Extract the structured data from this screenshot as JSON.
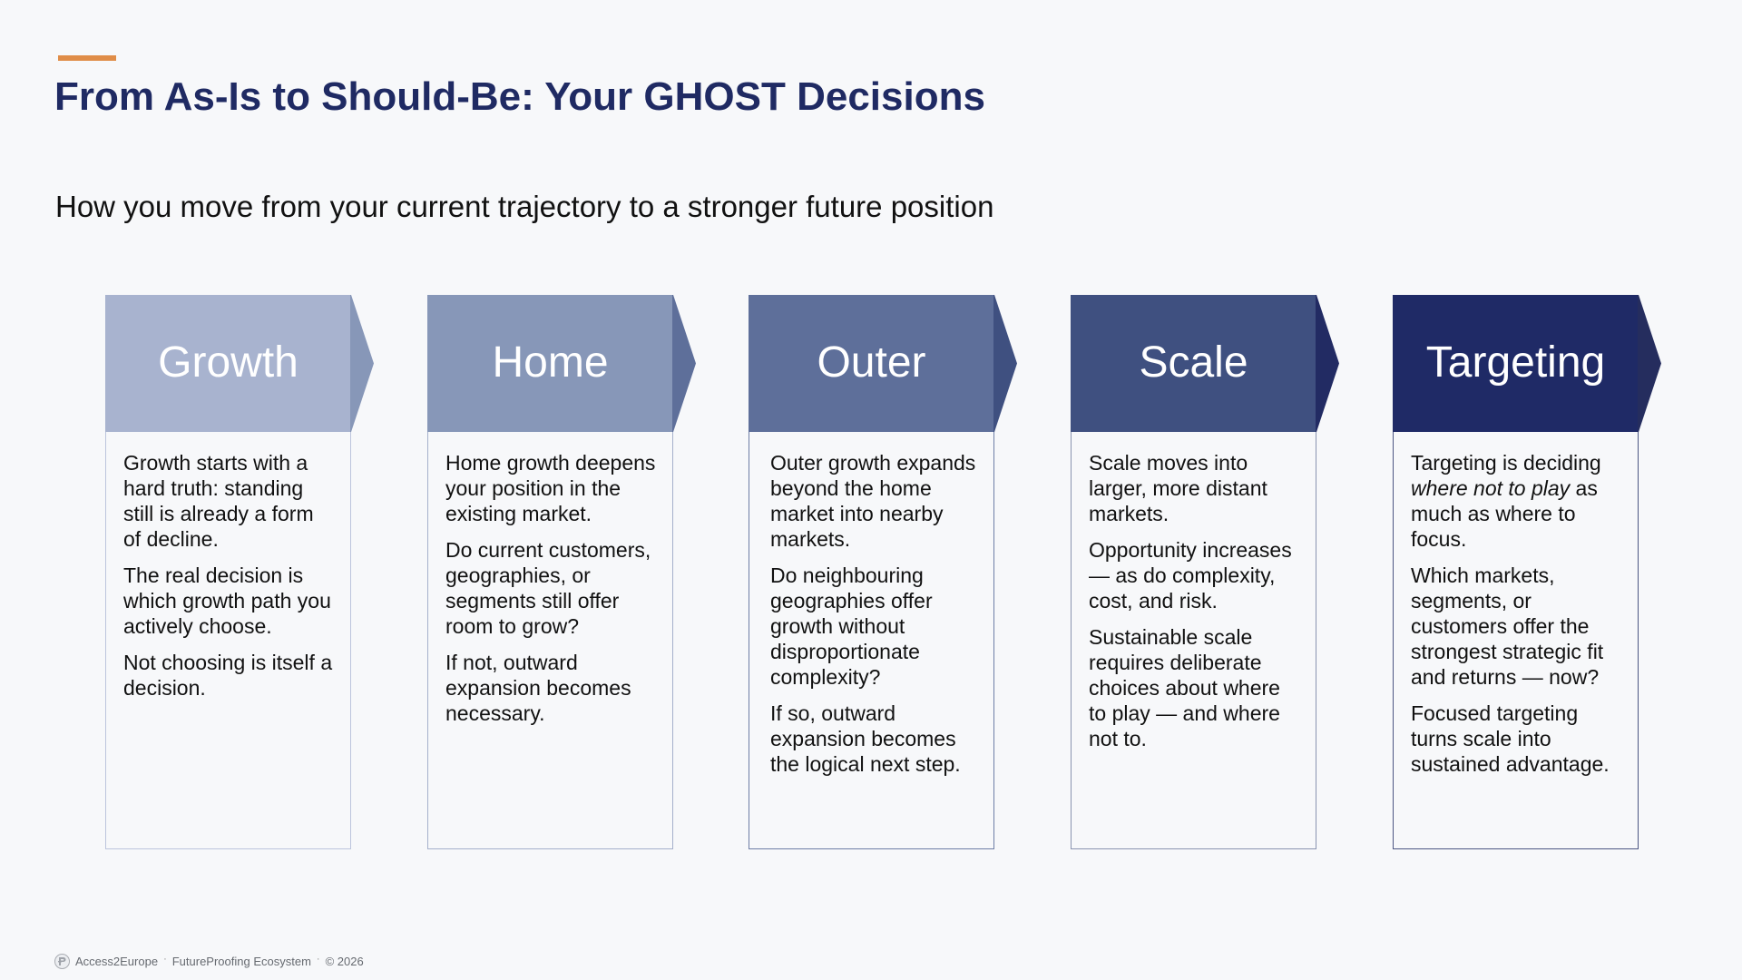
{
  "slide": {
    "accent_color": "#e08d48",
    "title": "From As-Is to Should-Be: Your GHOST Decisions",
    "title_color": "#1f2a63",
    "subtitle": "How you move from your current trajectory to a stronger future position"
  },
  "cards": [
    {
      "label": "Growth",
      "header_color": "#a8b3cf",
      "arrow_color": "#8797b8",
      "border_color": "#bcc5dc",
      "paragraphs": [
        "Growth starts with a hard truth: standing still is already a form of decline.",
        "The real decision is which growth path you actively choose.",
        "Not choosing is itself a decision."
      ]
    },
    {
      "label": "Home",
      "header_color": "#8797b8",
      "arrow_color": "#5e6f9a",
      "border_color": "#a5b0cb",
      "paragraphs": [
        "Home growth deepens your position in the existing market.",
        "Do current customers, geographies, or segments still offer room to grow?",
        "If not, outward expansion becomes necessary."
      ]
    },
    {
      "label": "Outer",
      "header_color": "#5e6f9a",
      "arrow_color": "#3f5080",
      "border_color": "#6e7ea6",
      "paragraphs": [
        "Outer growth expands beyond the home market into nearby markets.",
        "Do neighbouring geographies offer growth without disproportionate complexity?",
        "If so, outward expansion becomes the logical next step."
      ]
    },
    {
      "label": "Scale",
      "header_color": "#3f5080",
      "arrow_color": "#222b63",
      "border_color": "#8a94b0",
      "paragraphs": [
        "Scale moves into larger, more distant markets.",
        "Opportunity increases — as do complexity, cost, and risk.",
        "Sustainable scale requires deliberate choices about where to play — and where not to."
      ]
    },
    {
      "label": "Targeting",
      "header_color": "#1f2a66",
      "arrow_color": "#252d5e",
      "border_color": "#4d5683",
      "paragraphs": [
        "Targeting is deciding |where not to play| as much as where to focus.",
        "Which markets, segments, or customers offer the strongest strategic fit and returns — now?",
        "Focused targeting turns scale into sustained advantage."
      ],
      "emphasis": {
        "before": "Targeting is deciding ",
        "italic": "where not to play",
        "after": " as much as where to focus."
      }
    }
  ],
  "footer": {
    "logo_icon": "brand-logo-icon",
    "brand": "Access2Europe",
    "separator": "·",
    "product": "FutureProofing Ecosystem",
    "copyright": "© 2026"
  }
}
